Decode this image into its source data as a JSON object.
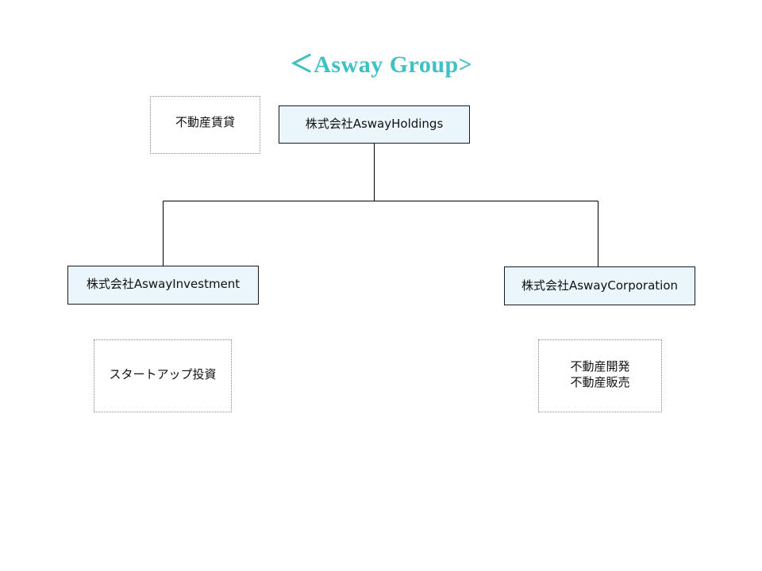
{
  "title": "＜Asway Group>",
  "colors": {
    "title": "#3fc1c4",
    "node_fill": "#eaf6fc",
    "node_border": "#1a1a1a",
    "note_border": "#8a8a8a",
    "connector": "#000000"
  },
  "nodes": {
    "holdings": {
      "label": "株式会社AswayHoldings"
    },
    "investment": {
      "label": "株式会社AswayInvestment"
    },
    "corporation": {
      "label": "株式会社AswayCorporation"
    }
  },
  "notes": {
    "holdings": {
      "lines": [
        "不動産賃貸"
      ]
    },
    "investment": {
      "lines": [
        "スタートアップ投資"
      ]
    },
    "corporation": {
      "lines": [
        "不動産開発",
        "不動産販売"
      ]
    }
  }
}
